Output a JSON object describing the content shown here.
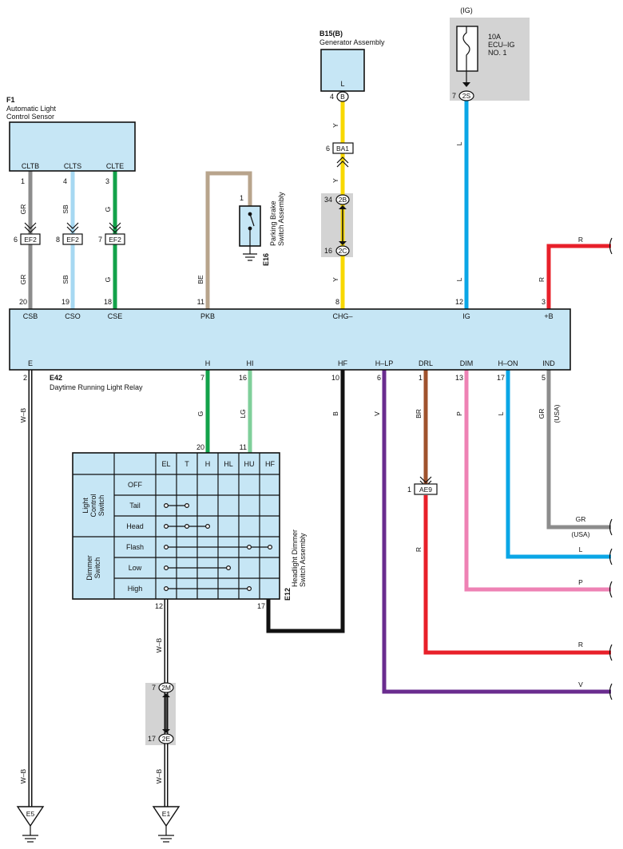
{
  "components": {
    "f1": {
      "code": "F1",
      "name_line1": "Automatic Light",
      "name_line2": "Control Sensor",
      "pins": [
        "CLTB",
        "CLTS",
        "CLTE"
      ],
      "pin_numbers": [
        "1",
        "4",
        "3"
      ]
    },
    "b15": {
      "code": "B15(B)",
      "name": "Generator Assembly",
      "pin": "L",
      "pin_number": "4",
      "pin_letter": "B"
    },
    "fuse": {
      "label": "(IG)",
      "line1": "10A",
      "line2": "ECU–IG",
      "line3": "NO. 1",
      "connector": "2S",
      "pin_number": "7"
    },
    "e16": {
      "code": "E16",
      "name_line1": "Parking Brake",
      "name_line2": "Switch Assembly",
      "pin_number": "1"
    },
    "e42": {
      "code": "E42",
      "name": "Daytime Running Light Relay",
      "top_pins": [
        {
          "name": "CSB",
          "num": "20"
        },
        {
          "name": "CSO",
          "num": "19"
        },
        {
          "name": "CSE",
          "num": "18"
        },
        {
          "name": "PKB",
          "num": "11"
        },
        {
          "name": "CHG–",
          "num": "8"
        },
        {
          "name": "IG",
          "num": "12"
        },
        {
          "name": "+B",
          "num": "3"
        }
      ],
      "bottom_pins": [
        {
          "name": "E",
          "num": "2"
        },
        {
          "name": "H",
          "num": "7"
        },
        {
          "name": "HI",
          "num": "16"
        },
        {
          "name": "HF",
          "num": "10"
        },
        {
          "name": "H–LP",
          "num": "6"
        },
        {
          "name": "DRL",
          "num": "1"
        },
        {
          "name": "DIM",
          "num": "13"
        },
        {
          "name": "H–ON",
          "num": "17"
        },
        {
          "name": "IND",
          "num": "5"
        }
      ]
    },
    "e12": {
      "code": "E12",
      "name_line1": "Headlight Dimmer",
      "name_line2": "Switch Assembly",
      "columns": [
        "EL",
        "T",
        "H",
        "HL",
        "HU",
        "HF"
      ],
      "group1": {
        "line1": "Light",
        "line2": "Control",
        "line3": "Switch",
        "rows": [
          "OFF",
          "Tail",
          "Head"
        ]
      },
      "group2": {
        "line1": "Dimmer",
        "line2": "Switch",
        "rows": [
          "Flash",
          "Low",
          "High"
        ]
      },
      "top_pin_numbers": [
        "20",
        "11"
      ],
      "bottom_pin_numbers": [
        "12",
        "17"
      ]
    }
  },
  "connectors": {
    "ef2": "EF2",
    "ef2_pins": [
      "6",
      "8",
      "7"
    ],
    "ba1": "BA1",
    "ba1_pin": "6",
    "c2b": "2B",
    "c2b_pin": "34",
    "c2c": "2C",
    "c2c_pin": "16",
    "ae9": "AE9",
    "ae9_pin": "1",
    "c2m": "2M",
    "c2m_pin": "7",
    "c2e": "2E",
    "c2e_pin": "17"
  },
  "grounds": {
    "e5": "E5",
    "e1": "E1"
  },
  "wire_labels": {
    "gr": "GR",
    "sb": "SB",
    "g": "G",
    "be": "BE",
    "y": "Y",
    "l": "L",
    "r": "R",
    "wb": "W–B",
    "lg": "LG",
    "b": "B",
    "v": "V",
    "br": "BR",
    "p": "P",
    "usa": "(USA)"
  },
  "colors": {
    "GR": "#8c8c8c",
    "SB": "#a6d8f2",
    "G": "#12a24a",
    "BE": "#b8a48c",
    "Y": "#f8d800",
    "L": "#0aa6e6",
    "R": "#e8202a",
    "LG": "#7fcf9a",
    "B": "#111111",
    "V": "#6a2c8f",
    "BR": "#a0522d",
    "P": "#ee82b4",
    "W-B": "#111111"
  }
}
